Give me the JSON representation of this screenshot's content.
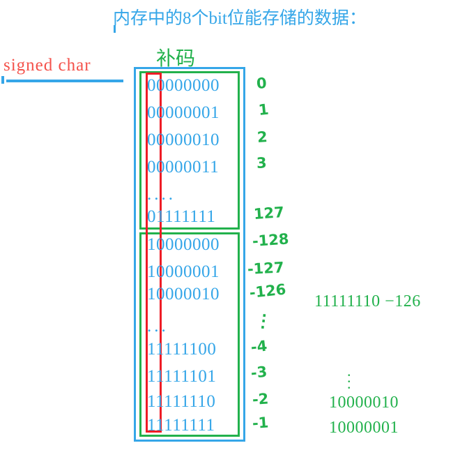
{
  "title": "内存中的8个bit位能存储的数据：",
  "type_label": "signed char",
  "encoding_caption": "补码",
  "colors": {
    "blue": "#35a6e8",
    "green": "#22b14c",
    "red": "#ee1c25",
    "red_text": "#f4524b"
  },
  "positive_block": {
    "rows": [
      {
        "binary": "00000000",
        "value": "0"
      },
      {
        "binary": "00000001",
        "value": "1"
      },
      {
        "binary": "00000010",
        "value": "2"
      },
      {
        "binary": "00000011",
        "value": "3"
      },
      {
        "binary": "....",
        "value": ""
      },
      {
        "binary": "01111111",
        "value": "127"
      }
    ]
  },
  "negative_block": {
    "rows": [
      {
        "binary": "10000000",
        "value": "-128"
      },
      {
        "binary": "10000001",
        "value": "-127"
      },
      {
        "binary": "10000010",
        "value": "-126"
      },
      {
        "binary": "...",
        "value": ""
      },
      {
        "binary": "11111100",
        "value": "-4"
      },
      {
        "binary": "11111101",
        "value": "-3"
      },
      {
        "binary": "11111110",
        "value": "-2"
      },
      {
        "binary": "11111111",
        "value": "-1"
      }
    ]
  },
  "side_notes": {
    "top_line": "11111110  −126",
    "items": [
      "10000010",
      "10000001"
    ],
    "ellipsis": "⋮"
  }
}
